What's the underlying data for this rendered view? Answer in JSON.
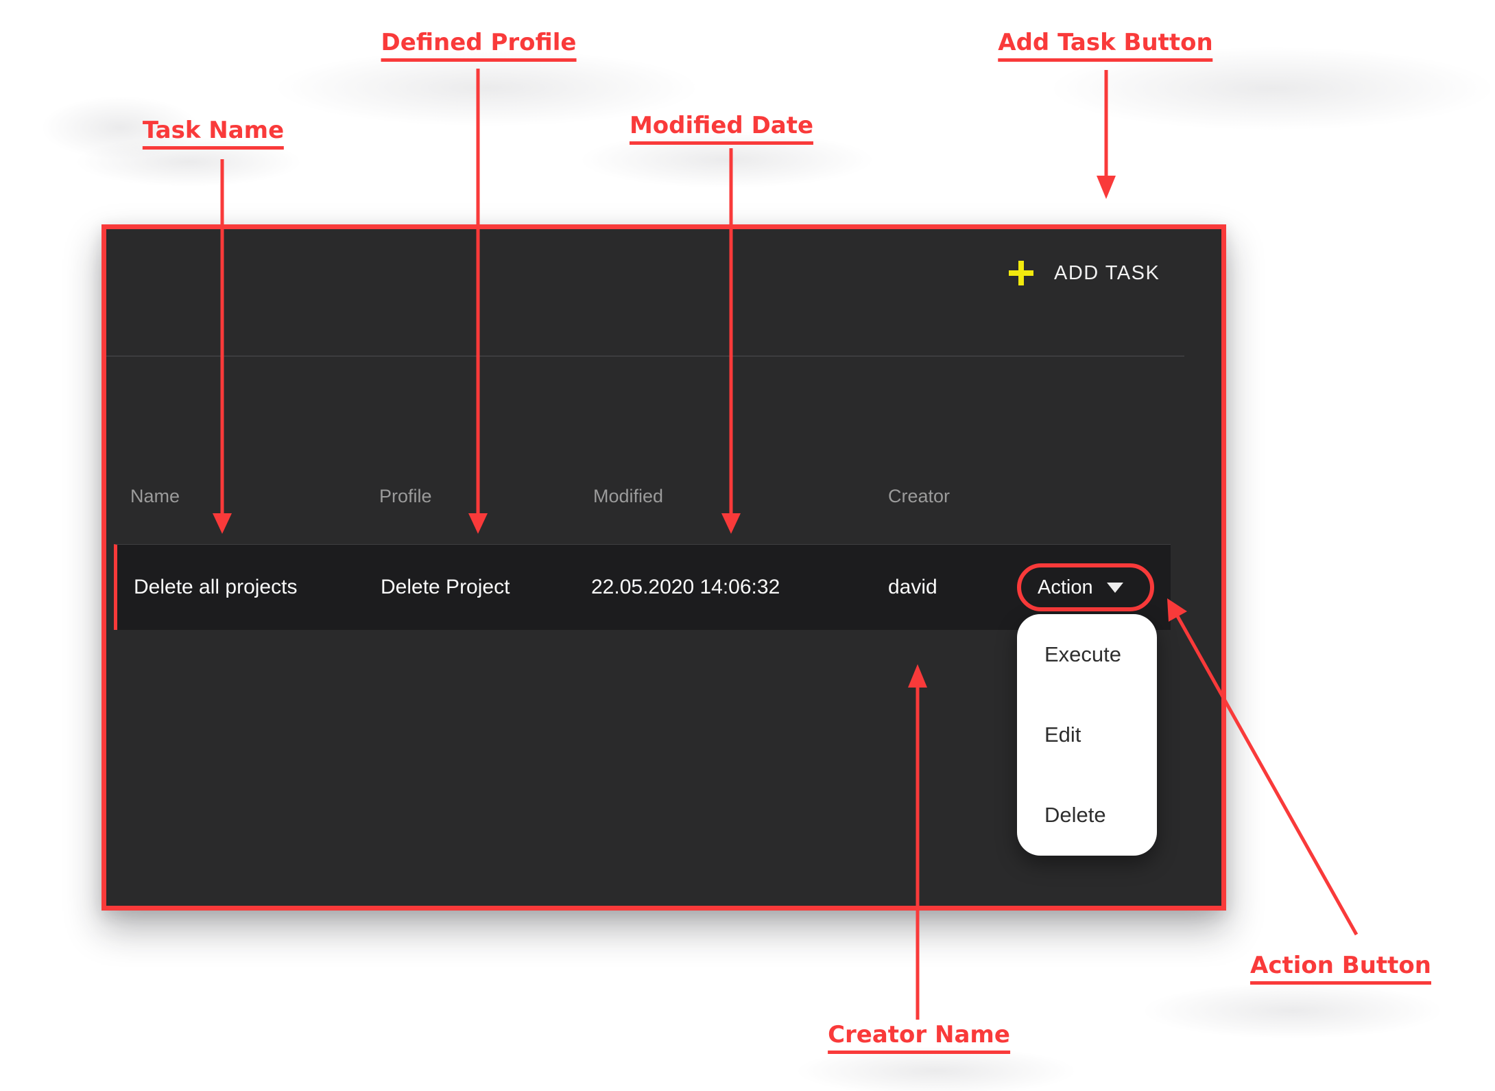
{
  "annotations": {
    "task_name": "Task Name",
    "defined_profile": "Defined Profile",
    "modified_date": "Modified Date",
    "add_task_button": "Add Task Button",
    "creator_name": "Creator Name",
    "action_button": "Action Button"
  },
  "panel": {
    "add_task_label": "ADD TASK",
    "table": {
      "headers": [
        "Name",
        "Profile",
        "Modified",
        "Creator"
      ],
      "rows": [
        {
          "name": "Delete all projects",
          "profile": "Delete Project",
          "modified": "22.05.2020 14:06:32",
          "creator": "david",
          "action_label": "Action"
        }
      ]
    },
    "action_menu": {
      "items": [
        "Execute",
        "Edit",
        "Delete"
      ]
    }
  },
  "icons": {
    "add": "plus-icon",
    "dropdown": "caret-down-icon"
  },
  "colors": {
    "annotation_red": "#f93a3a",
    "panel_background": "#2a2a2b",
    "row_background": "#1c1c1e",
    "plus_yellow": "#f2e90e",
    "header_text": "#9b9b9b",
    "cell_text": "#fafafa",
    "menu_background": "#ffffff",
    "menu_text": "#2e2e2e"
  }
}
